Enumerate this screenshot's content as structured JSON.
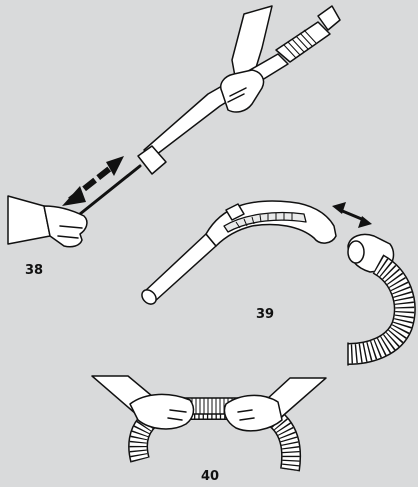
{
  "figures": [
    {
      "id": "38",
      "label": "38",
      "illustration": "telescopic-wand-adjust"
    },
    {
      "id": "39",
      "label": "39",
      "illustration": "wand-hose-connect"
    },
    {
      "id": "40",
      "label": "40",
      "illustration": "hose-handling"
    }
  ],
  "colors": {
    "background": "#d9dadb",
    "line": "#111111",
    "fill": "#ffffff"
  }
}
